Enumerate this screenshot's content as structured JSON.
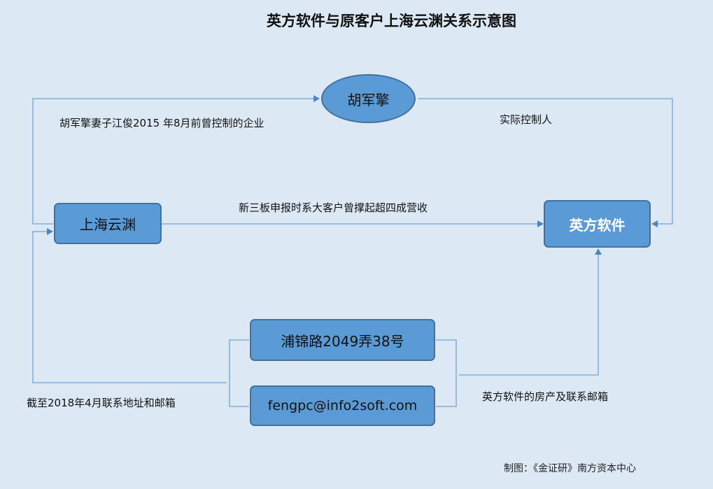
{
  "title": "英方软件与原客户上海云渊关系示意图",
  "nodes": {
    "person": "胡军擎",
    "client": "上海云渊",
    "company": "英方软件",
    "address": "浦锦路2049弄38号",
    "email": "fengpc@info2soft.com"
  },
  "edge_labels": {
    "wife_company": "胡军擎妻子江俊2015 年8月前曾控制的企业",
    "controller": "实际控制人",
    "revenue": "新三板申报时系大客户曾撑起超四成营收",
    "client_contact": "截至2018年4月联系地址和邮箱",
    "company_property": "英方软件的房产及联系邮箱"
  },
  "credit": "制图：《金证研》南方资本中心",
  "colors": {
    "background": "#dce9f5",
    "node_fill": "#5b9bd5",
    "node_border": "#41719c",
    "connector": "#6fa3d8"
  }
}
